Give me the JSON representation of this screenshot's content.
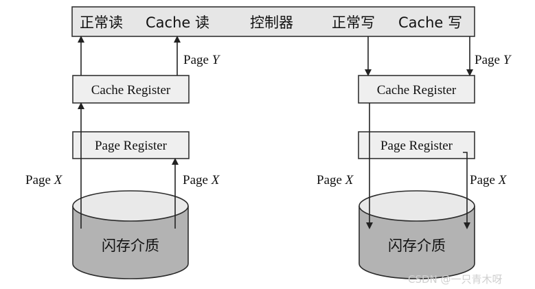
{
  "controller": {
    "normal_read": "正常读",
    "cache_read": "Cache 读",
    "controller": "控制器",
    "normal_write": "正常写",
    "cache_write": "Cache 写"
  },
  "left": {
    "cache_register": "Cache Register",
    "page_register": "Page Register",
    "flash_media": "闪存介质",
    "page_y": {
      "prefix": "Page ",
      "var": "Y"
    },
    "page_x_left": {
      "prefix": "Page ",
      "var": "X"
    },
    "page_x_right": {
      "prefix": "Page ",
      "var": "X"
    }
  },
  "right": {
    "cache_register": "Cache Register",
    "page_register": "Page Register",
    "flash_media": "闪存介质",
    "page_y": {
      "prefix": "Page ",
      "var": "Y"
    },
    "page_x_left": {
      "prefix": "Page ",
      "var": "X"
    },
    "page_x_right": {
      "prefix": "Page ",
      "var": "X"
    }
  },
  "watermark": "CSDN @一只青木呀",
  "colors": {
    "box_fill": "#efefef",
    "controller_fill": "#e6e6e6",
    "cylinder_body": "#b3b3b3",
    "cylinder_top": "#e9e9e9",
    "stroke": "#222222"
  }
}
